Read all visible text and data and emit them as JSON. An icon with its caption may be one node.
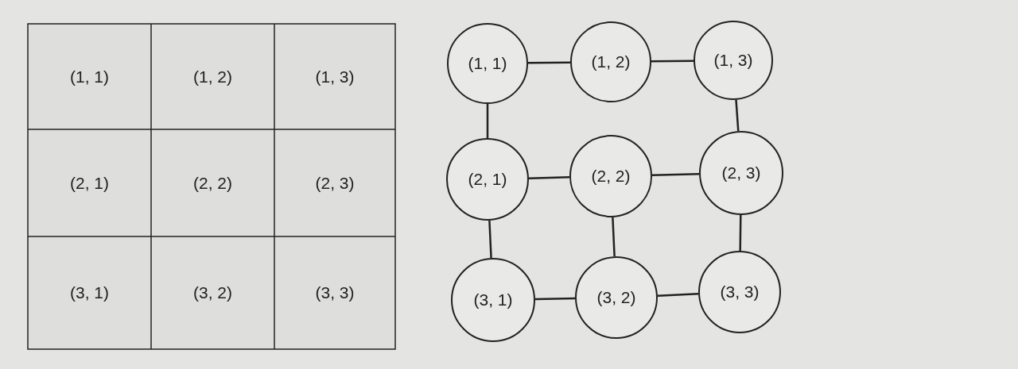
{
  "diagram": {
    "nodes": [
      {
        "text": [
          "(1, 1)"
        ]
      },
      {
        "text": [
          "(1, 2)"
        ]
      },
      {
        "text": [
          "(1, 3)"
        ]
      },
      {
        "text": [
          "(2, 1)"
        ]
      },
      {
        "text": [
          "(2, 2)"
        ]
      },
      {
        "text": [
          "(2, 3)"
        ]
      },
      {
        "text": [
          "(3, 1)"
        ]
      },
      {
        "text": [
          "(3, 2)"
        ]
      },
      {
        "text": [
          "(3, 3)"
        ]
      }
    ],
    "edges": [
      {
        "from": 0,
        "to": 1,
        "arrow": "none"
      },
      {
        "from": 1,
        "to": 2,
        "arrow": "none"
      },
      {
        "from": 0,
        "to": 3,
        "arrow": "none"
      },
      {
        "from": 2,
        "to": 5,
        "arrow": "none"
      },
      {
        "from": 3,
        "to": 4,
        "arrow": "none"
      },
      {
        "from": 4,
        "to": 5,
        "arrow": "none"
      },
      {
        "from": 3,
        "to": 6,
        "arrow": "none"
      },
      {
        "from": 4,
        "to": 7,
        "arrow": "none"
      },
      {
        "from": 5,
        "to": 8,
        "arrow": "none"
      },
      {
        "from": 6,
        "to": 7,
        "arrow": "none"
      },
      {
        "from": 7,
        "to": 8,
        "arrow": "none"
      }
    ],
    "labels": [
      "(1, 1)",
      "(1, 2)",
      "(1, 3)",
      "(2, 1)",
      "(2, 2)",
      "(2, 3)",
      "(3, 1)",
      "(3, 2)",
      "(3, 3)"
    ]
  }
}
